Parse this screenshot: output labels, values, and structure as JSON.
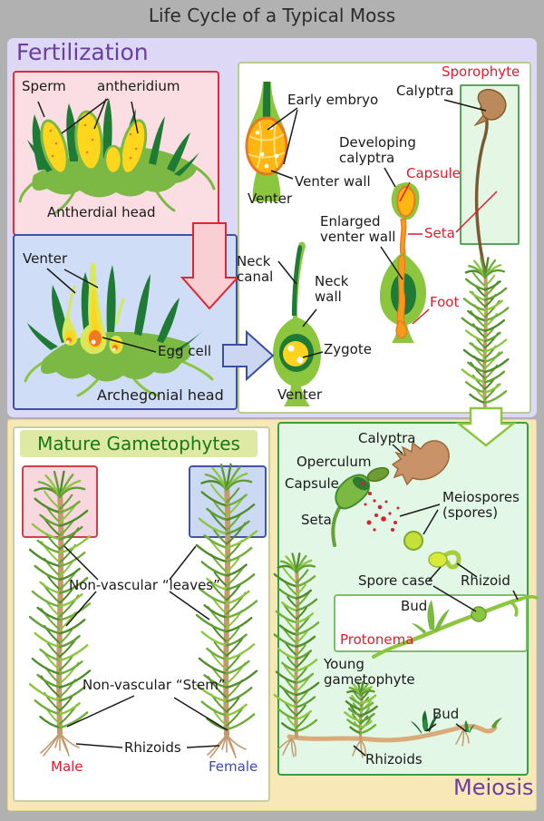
{
  "title": "Life Cycle of a Typical Moss",
  "colors": {
    "accent_red": "#e8192c",
    "heading_purple": "#6a3fa0",
    "heading_green": "#157a15",
    "female_blue": "#3a4aa8",
    "upper_bg": "#dcd8f5",
    "lower_bg": "#f8e8b8"
  },
  "fertilization": {
    "heading": "Fertilization",
    "labels": {
      "sperm": "Sperm",
      "antheridium": "antheridium",
      "antheridial_head": "Antherdial head",
      "venter": "Venter",
      "egg_cell": "Egg cell",
      "archegonial_head": "Archegonial head",
      "sporophyte": "Sporophyte",
      "calyptra": "Calyptra",
      "early_embryo": "Early embryo",
      "venter_wall": "Venter wall",
      "venter_top": "Venter",
      "developing_calyptra": "Developing\ncalyptra",
      "capsule": "Capsule",
      "enlarged_venter_wall": "Enlarged\nventer wall",
      "seta": "Seta",
      "neck_canal": "Neck\ncanal",
      "neck_wall": "Neck\nwall",
      "zygote": "Zygote",
      "venter_bottom": "Venter",
      "foot": "Foot"
    }
  },
  "gametophytes": {
    "heading": "Mature Gametophytes",
    "labels": {
      "leaves": "Non-vascular “leaves”",
      "stem": "Non-vascular “Stem”",
      "rhizoids": "Rhizoids",
      "male": "Male",
      "female": "Female"
    }
  },
  "meiosis": {
    "heading": "Meiosis",
    "labels": {
      "calyptra": "Calyptra",
      "operculum": "Operculum",
      "capsule": "Capsule",
      "seta": "Seta",
      "meiospores": "Meiospores\n(spores)",
      "spore_case": "Spore case",
      "rhizoid": "Rhizoid",
      "bud": "Bud",
      "protonema": "Protonema",
      "young_gametophyte": "Young\ngametophyte",
      "bud_small": "Bud",
      "rhizoids": "Rhizoids"
    }
  }
}
